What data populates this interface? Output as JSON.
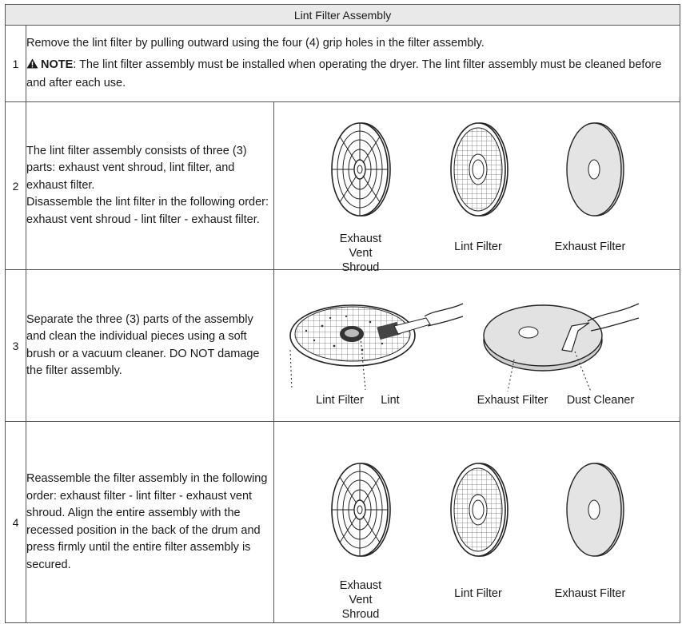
{
  "table": {
    "header": "Lint Filter Assembly",
    "rows": [
      {
        "step": "1",
        "line1": "Remove the lint filter by pulling outward using the four (4) grip holes in the filter assembly.",
        "note_label": "NOTE",
        "note_text": ": The lint filter assembly must be installed when operating the dryer. The lint filter assembly must be cleaned before and after each use."
      },
      {
        "step": "2",
        "para1": "The lint filter assembly consists of three (3) parts: exhaust vent shroud, lint filter, and exhaust filter.",
        "para2": "Disassemble the lint filter in the following order: exhaust vent shroud - lint filter - exhaust filter.",
        "captions": [
          "Exhaust Vent Shroud",
          "Lint Filter",
          "Exhaust Filter"
        ]
      },
      {
        "step": "3",
        "para1": "Separate the three (3) parts of the assembly and clean the individual pieces using a soft brush or a vacuum cleaner. DO NOT damage the filter assembly.",
        "captions": [
          "Lint Filter",
          "Lint",
          "Exhaust Filter",
          "Dust Cleaner"
        ]
      },
      {
        "step": "4",
        "para1": "Reassemble the filter assembly in the following order: exhaust filter - lint filter - exhaust vent shroud. Align the entire assembly with the recessed position in the back of the drum and press firmly until the entire filter assembly is secured.",
        "captions": [
          "Exhaust Vent Shroud",
          "Lint Filter",
          "Exhaust Filter"
        ]
      }
    ]
  },
  "icons": {
    "note": "warning-triangle-icon"
  }
}
